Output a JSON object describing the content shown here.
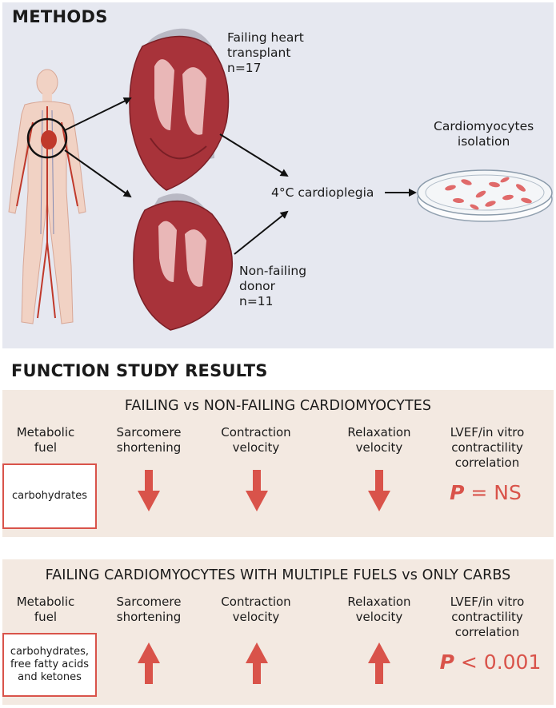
{
  "methods": {
    "title": "METHODS",
    "failing_label": [
      "Failing heart",
      "transplant",
      "n=17"
    ],
    "donor_label": [
      "Non-failing",
      "donor",
      "n=11"
    ],
    "cardioplegia_label": "4°C cardioplegia",
    "isolation_label": [
      "Cardiomyocytes",
      "isolation"
    ]
  },
  "results": {
    "title": "FUNCTION STUDY RESULTS",
    "panel1": {
      "title": "FAILING vs NON-FAILING CARDIOMYOCYTES",
      "columns": [
        [
          "Metabolic",
          "fuel"
        ],
        [
          "Sarcomere",
          "shortening"
        ],
        [
          "Contraction",
          "velocity"
        ],
        [
          "Relaxation",
          "velocity"
        ],
        [
          "LVEF/in vitro",
          "contractility",
          "correlation"
        ]
      ],
      "fuel_box": [
        "carbohydrates"
      ],
      "arrows": [
        "down",
        "down",
        "down"
      ],
      "p_letter": "P",
      "p_rest": " = NS"
    },
    "panel2": {
      "title": "FAILING CARDIOMYOCYTES WITH MULTIPLE FUELS vs ONLY CARBS",
      "columns": [
        [
          "Metabolic",
          "fuel"
        ],
        [
          "Sarcomere",
          "shortening"
        ],
        [
          "Contraction",
          "velocity"
        ],
        [
          "Relaxation",
          "velocity"
        ],
        [
          "LVEF/in vitro",
          "contractility",
          "correlation"
        ]
      ],
      "fuel_box": [
        "carbohydrates,",
        "free fatty acids",
        "and ketones"
      ],
      "arrows": [
        "up",
        "up",
        "up"
      ],
      "p_letter": "P",
      "p_rest": " < 0.001"
    }
  },
  "colors": {
    "accent": "#d9534a",
    "methods_bg": "#e6e8f0",
    "results_bg": "#f3e9e1",
    "heart": "#a8333a"
  }
}
